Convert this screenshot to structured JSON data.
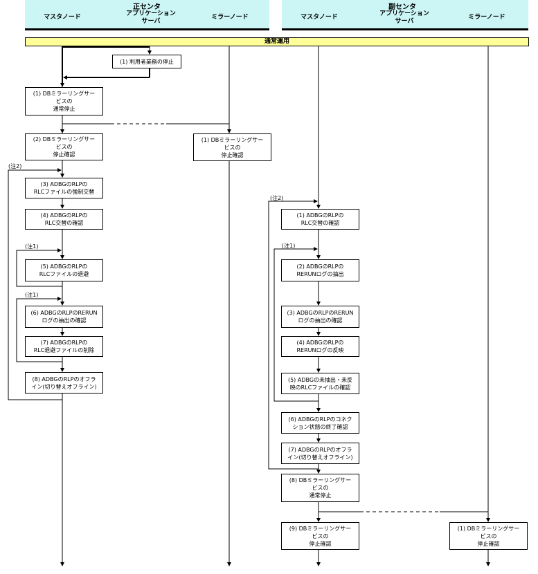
{
  "header": {
    "primary_center": "正センタ",
    "secondary_center": "副センタ",
    "columns": {
      "master": "マスタノード",
      "app_server": "アプリケーション\nサーバ",
      "mirror": "ミラーノード"
    }
  },
  "banner": "通常運用",
  "notes": {
    "note1": "(注1)",
    "note2": "(注2)"
  },
  "primary_steps": {
    "app_stop": "(1) 利用者業務の停止",
    "s1": "(1) DBミラーリングサー\nビスの\n通常停止",
    "s2": "(2) DBミラーリングサー\nビスの\n停止確認",
    "s3": "(3) ADBGのRLPの\nRLCファイルの強制交替",
    "s4": "(4) ADBGのRLPの\nRLC交替の確認",
    "s5": "(5) ADBGのRLPの\nRLCファイルの退避",
    "s6": "(6) ADBGのRLPのRERUN\nログの抽出の確認",
    "s7": "(7) ADBGのRLPの\nRLC退避ファイルの削除",
    "s8": "(8) ADBGのRLPのオフラ\nイン(切り替えオフライン)",
    "mirror_s1": "(1) DBミラーリングサー\nビスの\n停止確認"
  },
  "secondary_steps": {
    "s1": "(1) ADBGのRLPの\nRLC交替の確認",
    "s2": "(2) ADBGのRLPの\nRERUNログの抽出",
    "s3": "(3) ADBGのRLPのRERUN\nログの抽出の確認",
    "s4": "(4) ADBGのRLPの\nRERUNログの反映",
    "s5": "(5) ADBGの未抽出・未反\n映のRLCファイルの確認",
    "s6": "(6) ADBGのRLPのコネク\nション状態の終了確認",
    "s7": "(7) ADBGのRLPのオフラ\nイン(切り替えオフライン)",
    "s8": "(8) DBミラーリングサー\nビスの\n通常停止",
    "s9": "(9) DBミラーリングサー\nビスの\n停止確認",
    "mirror_s1": "(1) DBミラーリングサー\nビスの\n停止確認"
  }
}
